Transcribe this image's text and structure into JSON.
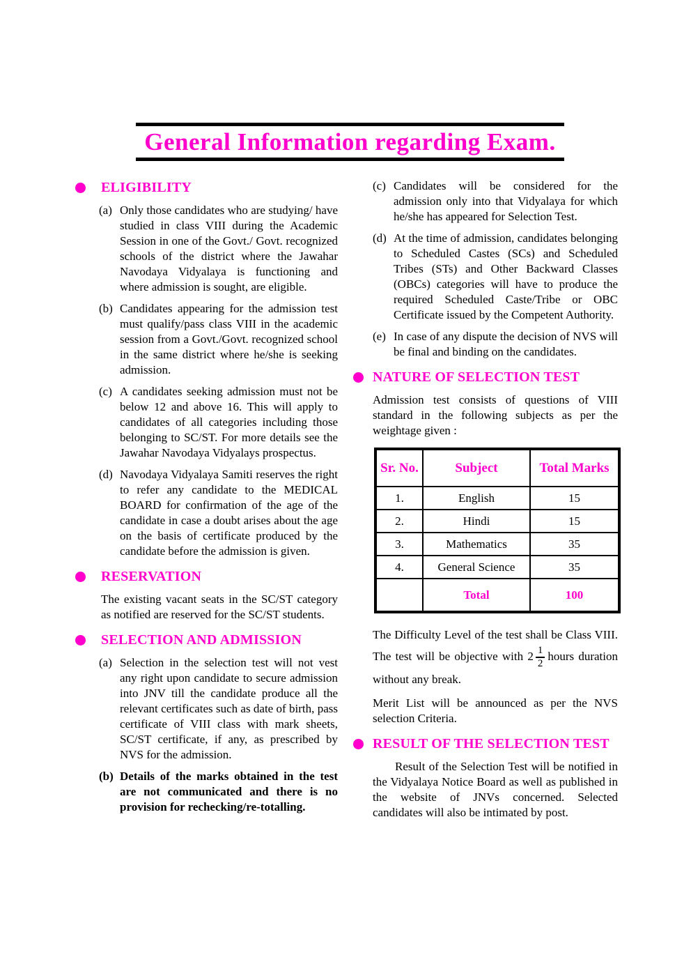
{
  "title": "General Information regarding Exam.",
  "colors": {
    "accent": "#FF00CC",
    "ink": "#000000"
  },
  "left": {
    "eligibility": {
      "heading": "ELIGIBILITY",
      "items": [
        {
          "label": "(a)",
          "text": "Only those candidates who are studying/ have studied in class VIII during the Academic Session in one of the Govt./ Govt. recognized schools of the district where the Jawahar Navodaya Vidyalaya is functioning and where admission is sought, are eligible."
        },
        {
          "label": "(b)",
          "text": "Candidates appearing for the admission test must qualify/pass class VIII in the academic session from a Govt./Govt. recognized school in the same district where he/she is seeking admission."
        },
        {
          "label": "(c)",
          "text": "A candidates seeking admission must not be below 12 and above 16. This will apply to candidates of all categories including those belonging to SC/ST. For more details see the Jawahar Navodaya Vidyalays prospectus."
        },
        {
          "label": "(d)",
          "text": "Navodaya Vidyalaya Samiti reserves the right to refer any candidate to the MEDICAL BOARD for confirmation of the age of the candidate in case a doubt arises about the age on the basis of certificate produced by the candidate before the admission is given."
        }
      ]
    },
    "reservation": {
      "heading": "RESERVATION",
      "text": "The existing vacant seats in the SC/ST category as notified are reserved for the SC/ST students."
    },
    "selection_admission": {
      "heading": "SELECTION AND ADMISSION",
      "items": [
        {
          "label": "(a)",
          "text": "Selection in the selection test will not vest any right upon candidate to secure admission into JNV till the candidate produce all the relevant certificates such as date of birth, pass certificate of VIII class with mark sheets, SC/ST certificate, if any, as prescribed by NVS for the admission."
        },
        {
          "label": "(b)",
          "text": "Details of the marks obtained in the test are not communicated and there is no provision for rechecking/re-totalling."
        }
      ]
    }
  },
  "right": {
    "admission_items": [
      {
        "label": "(c)",
        "text": "Candidates will be considered for the admission only into that Vidyalaya for which he/she has appeared for Selection Test."
      },
      {
        "label": "(d)",
        "text": "At the time of admission, candidates belonging to Scheduled Castes (SCs) and Scheduled Tribes (STs) and Other Backward Classes (OBCs) categories will have to produce the required Scheduled Caste/Tribe or OBC Certificate issued by the Competent Authority."
      },
      {
        "label": "(e)",
        "text": "In case of any dispute the decision of NVS will be final and binding on the candidates."
      }
    ],
    "nature": {
      "heading": "NATURE OF SELECTION TEST",
      "intro": "Admission test consists of questions of VIII standard in the following subjects as per the weightage given :",
      "table": {
        "headers": [
          "Sr. No.",
          "Subject",
          "Total Marks"
        ],
        "rows": [
          {
            "sr": "1.",
            "subject": "English",
            "marks": "15"
          },
          {
            "sr": "2.",
            "subject": "Hindi",
            "marks": "15"
          },
          {
            "sr": "3.",
            "subject": "Mathematics",
            "marks": "35"
          },
          {
            "sr": "4.",
            "subject": "General Science",
            "marks": "35"
          }
        ],
        "total_label": "Total",
        "total_marks": "100"
      },
      "difficulty_text_before": "The Difficulty Level of the test shall be Class VIII. The test will be objective with 2",
      "duration_fraction": {
        "numerator": "1",
        "denominator": "2"
      },
      "difficulty_text_after": "hours duration without any break.",
      "merit_text": "Merit List will be announced as per the NVS selection Criteria."
    },
    "result": {
      "heading": "RESULT OF THE SELECTION TEST",
      "text": "Result of the Selection Test will be notified in the  Vidyalaya Notice Board as well as published in the website of JNVs concerned. Selected candidates will also be intimated by post."
    }
  }
}
